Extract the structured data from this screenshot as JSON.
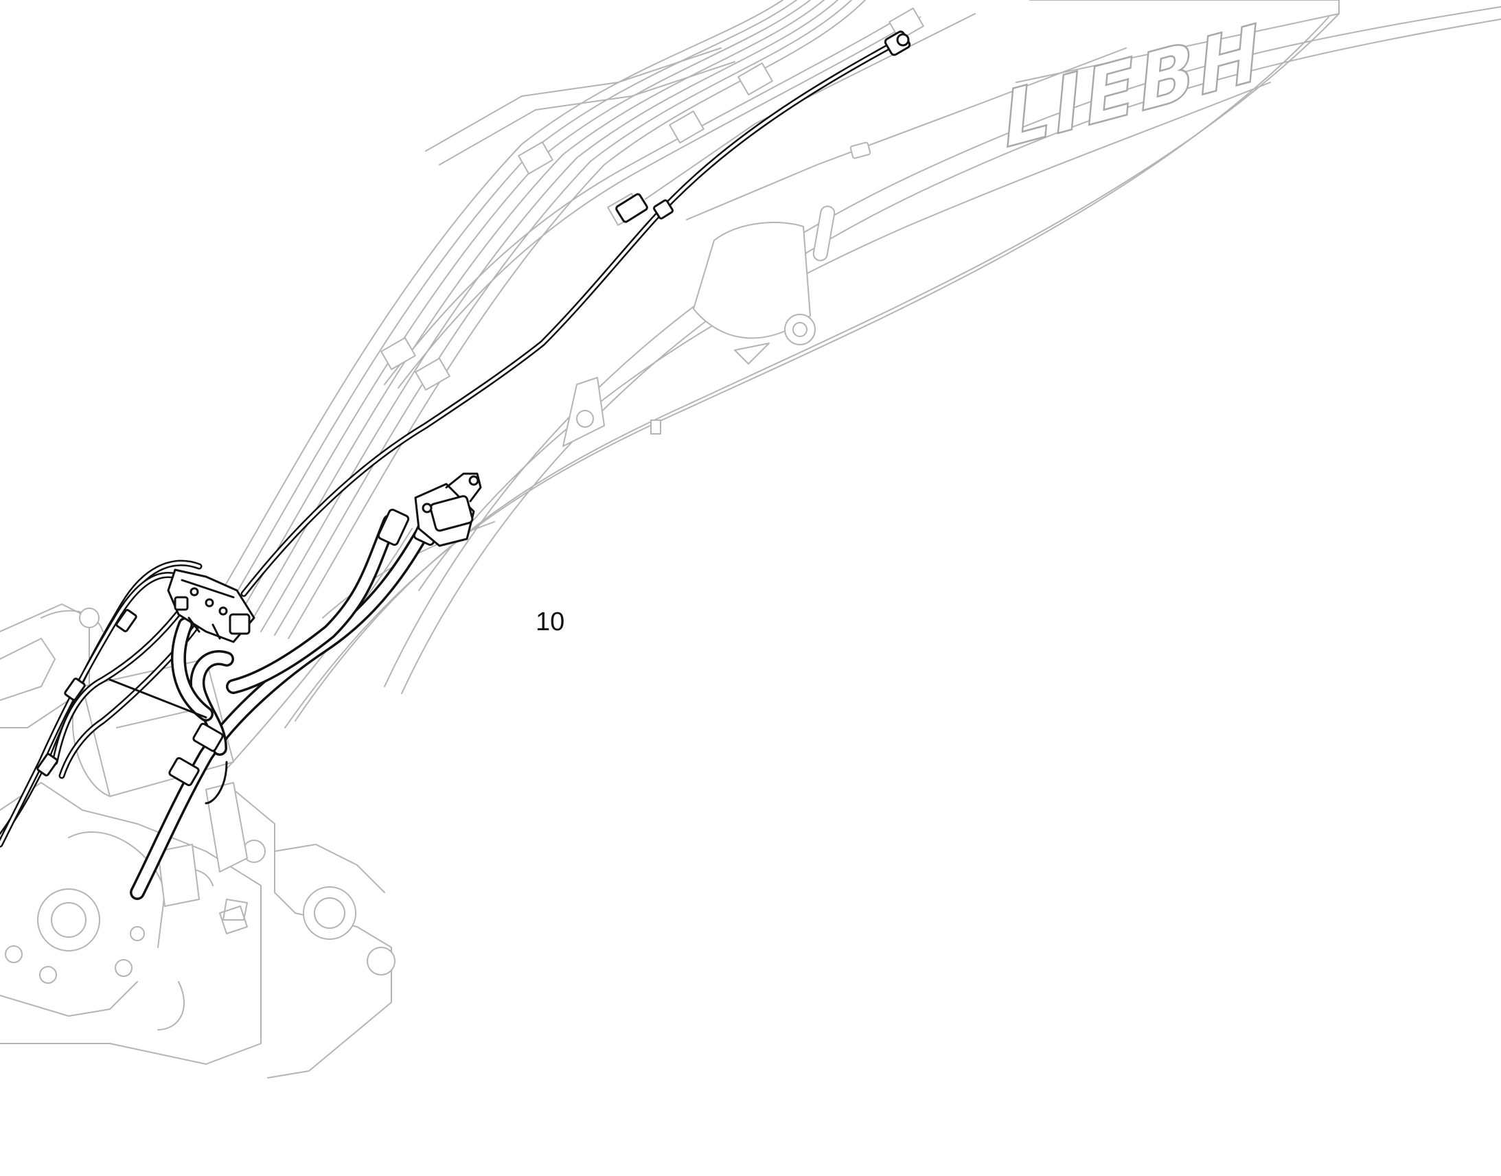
{
  "figure": {
    "brand_lettering": "LIEBH",
    "callouts": [
      {
        "id": "10",
        "label": "10"
      }
    ]
  },
  "colors": {
    "background": "#ffffff",
    "context_line": "#b4b4b4",
    "highlight_line": "#111111"
  },
  "icons": [
    "valve-block-icon",
    "clamp-icon",
    "fitting-icon",
    "swivel-joint-icon"
  ]
}
